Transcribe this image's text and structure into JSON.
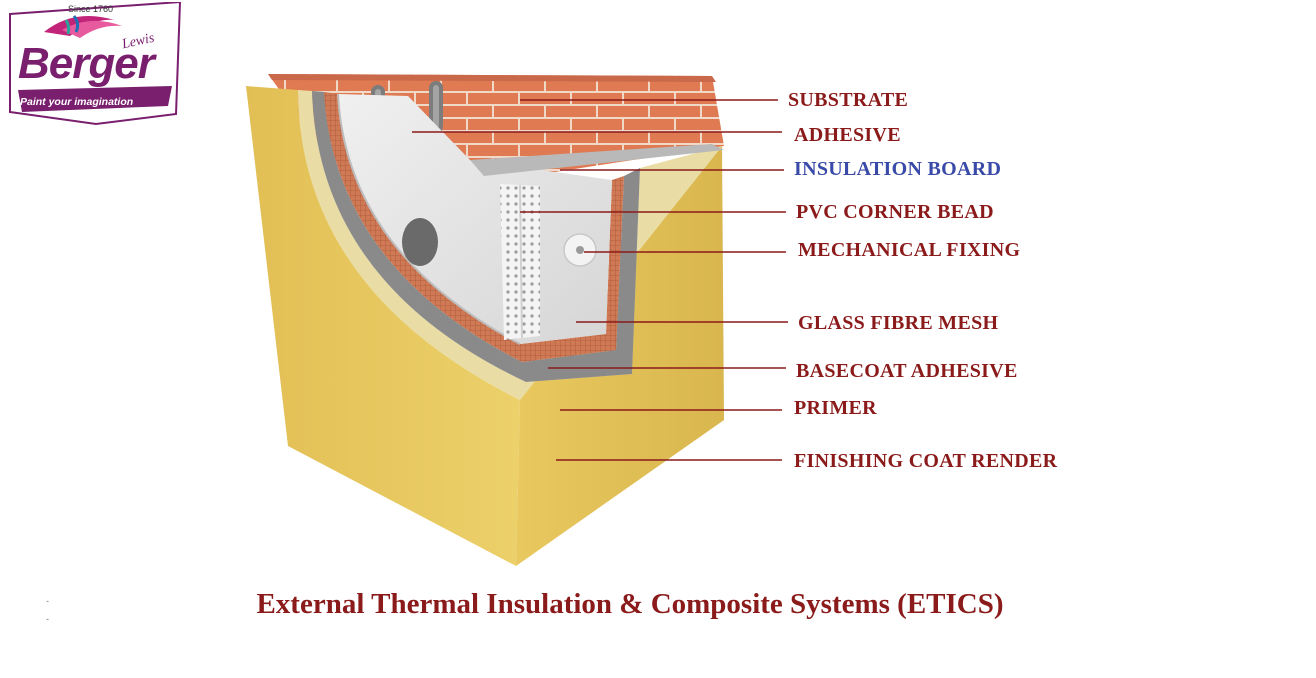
{
  "logo": {
    "since": "Since 1760",
    "name": "Berger",
    "sub": "Lewis",
    "tagline": "Paint your imagination"
  },
  "labels": [
    {
      "id": "substrate",
      "text": "SUBSTRATE"
    },
    {
      "id": "adhesive",
      "text": "ADHESIVE"
    },
    {
      "id": "insulation-board",
      "text": "INSULATION BOARD"
    },
    {
      "id": "pvc-corner-bead",
      "text": "PVC CORNER BEAD"
    },
    {
      "id": "mechanical-fixing",
      "text": "MECHANICAL FIXING"
    },
    {
      "id": "glass-fibre-mesh",
      "text": "GLASS FIBRE MESH"
    },
    {
      "id": "basecoat-adhesive",
      "text": "BASECOAT ADHESIVE"
    },
    {
      "id": "primer",
      "text": "PRIMER"
    },
    {
      "id": "finishing-coat-render",
      "text": "FINISHING COAT RENDER"
    }
  ],
  "caption": "External Thermal Insulation & Composite Systems (ETICS)",
  "colors": {
    "label": "#8b1a1a",
    "label_highlight": "#3a4aa8",
    "caption": "#8b1a1a",
    "brick": "#e07a52",
    "mortar": "#f1d9c8",
    "render": "#e6c45a",
    "primer": "#e9dca4",
    "basecoat": "#8a8a8a",
    "mesh": "#cf6f4a",
    "insulation": "#e9e9e9",
    "logo_purple": "#7a1f6e",
    "logo_magenta": "#c2247a"
  }
}
